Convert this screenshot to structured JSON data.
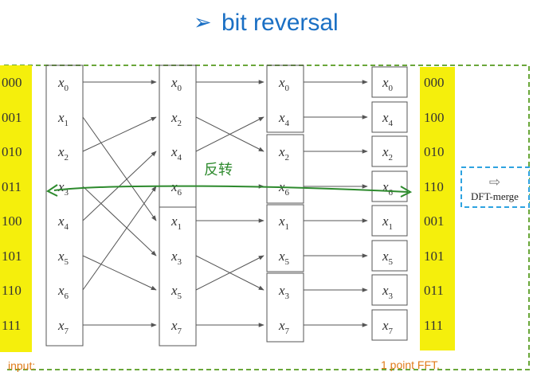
{
  "title": {
    "bullet": "➢",
    "text": "bit reversal"
  },
  "diagram": {
    "column0": [
      "x0",
      "x1",
      "x2",
      "x3",
      "x4",
      "x5",
      "x6",
      "x7"
    ],
    "column1": [
      "x0",
      "x2",
      "x4",
      "x6",
      "x1",
      "x3",
      "x5",
      "x7"
    ],
    "column2": [
      "x0",
      "x4",
      "x2",
      "x6",
      "x1",
      "x5",
      "x3",
      "x7"
    ],
    "column3": [
      "x0",
      "x4",
      "x2",
      "x6",
      "x1",
      "x5",
      "x3",
      "x7"
    ],
    "left_binary": [
      "000",
      "001",
      "010",
      "011",
      "100",
      "101",
      "110",
      "111"
    ],
    "right_binary": [
      "000",
      "100",
      "010",
      "110",
      "001",
      "101",
      "011",
      "111"
    ]
  },
  "dft_merge": {
    "arrow": "⇨",
    "label": "DFT-merge"
  },
  "annotations": {
    "reverse_note": "反转",
    "input_note": "input:",
    "output_note": "1 point  FFT."
  },
  "colors": {
    "highlight": "#f5ef0c",
    "border_dashed": "#6aa73a",
    "merge_box": "#2ea3e0",
    "ink_green": "#2d8a2d",
    "ink_orange": "#e07b1a",
    "arrow": "#555555"
  }
}
